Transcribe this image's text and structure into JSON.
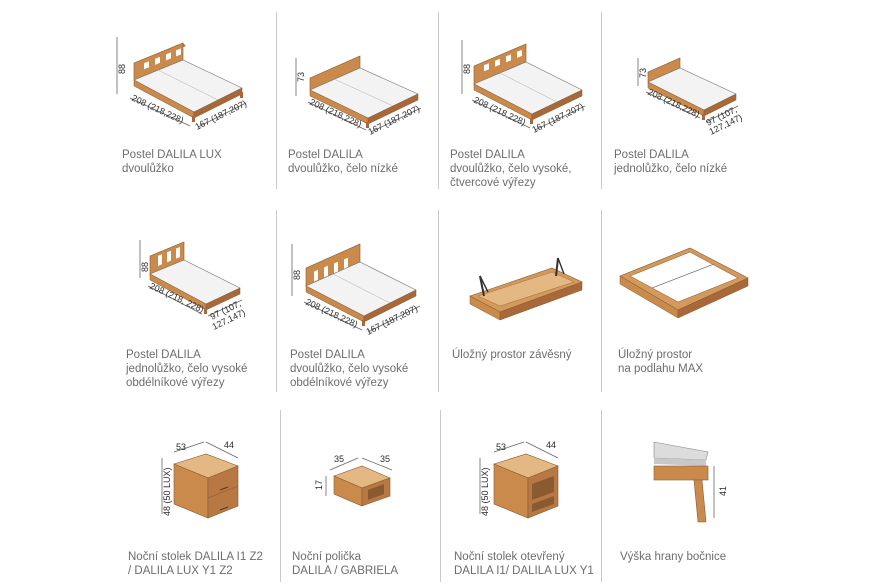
{
  "items": [
    {
      "caption": [
        "Postel DALILA LUX",
        "dvoulůžko"
      ],
      "dims": {
        "height": "88",
        "length": "208 (218,228)",
        "width": "167 (187,207)"
      }
    },
    {
      "caption": [
        "Postel DALILA",
        "dvoulůžko, čelo nízké"
      ],
      "dims": {
        "height": "73",
        "length": "208 (218,228)",
        "width": "167 (187,207)"
      }
    },
    {
      "caption": [
        "Postel DALILA",
        "dvoulůžko, čelo vysoké,",
        "čtvercové výřezy"
      ],
      "dims": {
        "height": "88",
        "length": "208 (218,228)",
        "width": "167 (187,207)"
      }
    },
    {
      "caption": [
        "Postel DALILA",
        "jednolůžko, čelo nízké"
      ],
      "dims": {
        "height": "73",
        "length": "208 (218,228)",
        "width_lines": [
          "97 (107,",
          "127,147)"
        ]
      }
    },
    {
      "caption": [
        "Postel DALILA",
        "jednolůžko, čelo vysoké",
        "obdélníkové výřezy"
      ],
      "dims": {
        "height": "88",
        "length": "208 (218, 228)",
        "width_lines": [
          "97 (107,",
          "127,147)"
        ]
      }
    },
    {
      "caption": [
        "Postel DALILA",
        "dvoulůžko, čelo vysoké",
        "obdélníkové výřezy"
      ],
      "dims": {
        "height": "88",
        "length": "208 (218,228)",
        "width": "167 (187,207)"
      }
    },
    {
      "caption": [
        "Úložný prostor závěsný"
      ]
    },
    {
      "caption": [
        "Úložný prostor",
        "na podlahu MAX"
      ]
    },
    {
      "caption": [
        "Noční stolek DALILA I1 Z2",
        "/ DALILA LUX  Y1 Z2"
      ],
      "dims": {
        "height": "48 (50 LUX)",
        "depth": "53",
        "width": "44"
      }
    },
    {
      "caption": [
        "Noční polička",
        "DALILA / GABRIELA"
      ],
      "dims": {
        "height": "17",
        "depth": "35",
        "width": "35"
      }
    },
    {
      "caption": [
        "Noční stolek otevřený",
        "DALILA I1/ DALILA LUX Y1"
      ],
      "dims": {
        "height": "48 (50 LUX)",
        "depth": "53",
        "width": "44"
      }
    },
    {
      "caption": [
        "Výška hrany bočnice"
      ],
      "dims": {
        "height": "41"
      }
    }
  ],
  "colors": {
    "wood": "#c98a4c",
    "wood_dark": "#a8683a",
    "mattress": "#f3f3f3",
    "outline": "#555555",
    "divider": "#c9c9c9"
  }
}
